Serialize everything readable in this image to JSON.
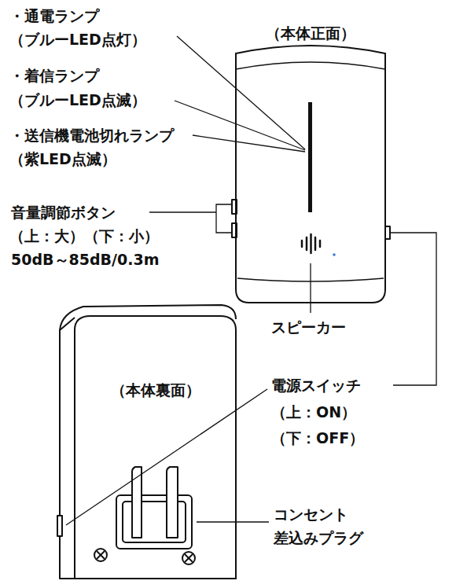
{
  "diagram": {
    "nodes": [
      {
        "text": [
          "（本体正面）"
        ]
      },
      {
        "text": [
          "（本体裏面）"
        ]
      }
    ],
    "labels": [
      "・通電ランプ",
      "（ブルーLED点灯）",
      "・着信ランプ",
      "（ブルーLED点滅）",
      "・送信機電池切れランプ",
      "（紫LED点滅）",
      "音量調節ボタン",
      "（上：大）（下：小）",
      "50dB～85dB/0.3m",
      "スピーカー",
      "電源スイッチ",
      "（上：ON）",
      "（下：OFF）",
      "コンセント",
      "差込みプラグ"
    ]
  }
}
